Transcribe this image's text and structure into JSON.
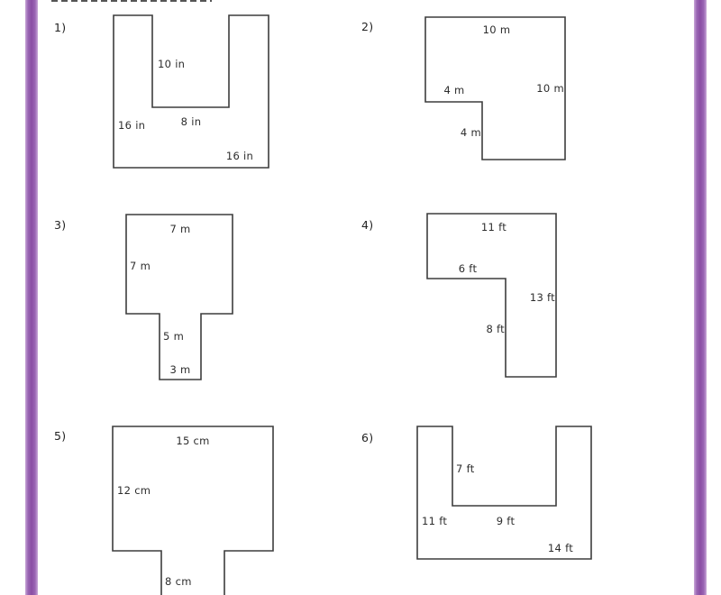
{
  "worksheet": {
    "accent_color": "#8a4ea4",
    "problems": [
      {
        "number": "1)",
        "shape": "u-shape",
        "labels": {
          "notch_height": "10 in",
          "notch_width": "8 in",
          "left_side": "16 in",
          "bottom": "16 in"
        }
      },
      {
        "number": "2)",
        "shape": "rect-with-corner-notch",
        "labels": {
          "top": "10 m",
          "step_width": "4 m",
          "right_side": "10 m",
          "step_height": "4 m"
        }
      },
      {
        "number": "3)",
        "shape": "t-shape",
        "labels": {
          "top": "7 m",
          "left_side": "7 m",
          "stem_height": "5 m",
          "stem_width": "3 m"
        }
      },
      {
        "number": "4)",
        "shape": "l-shape",
        "labels": {
          "top": "11 ft",
          "step_width": "6 ft",
          "right_side": "13 ft",
          "step_height": "8 ft"
        }
      },
      {
        "number": "5)",
        "shape": "t-shape",
        "labels": {
          "top": "15 cm",
          "left_side": "12 cm",
          "stem_width": "8 cm"
        }
      },
      {
        "number": "6)",
        "shape": "u-shape",
        "labels": {
          "notch_height": "7 ft",
          "left_side": "11 ft",
          "notch_width": "9 ft",
          "bottom": "14 ft"
        }
      }
    ]
  }
}
